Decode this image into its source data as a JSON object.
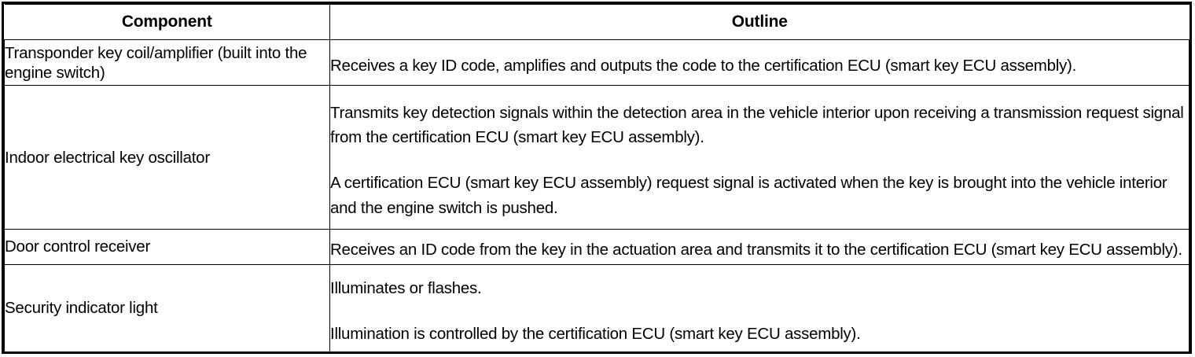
{
  "table": {
    "headers": {
      "component": "Component",
      "outline": "Outline"
    },
    "rows": [
      {
        "component": "Transponder key coil/amplifier (built into the engine switch)",
        "outline": [
          "Receives a key ID code, amplifies and outputs the code to the certification ECU (smart key ECU assembly)."
        ]
      },
      {
        "component": "Indoor electrical key oscillator",
        "outline": [
          "Transmits key detection signals within the detection area in the vehicle interior upon receiving a transmission request signal from the certification ECU (smart key ECU assembly).",
          "A certification ECU (smart key ECU assembly) request signal is activated when the key is brought into the vehicle interior and the engine switch is pushed."
        ]
      },
      {
        "component": "Door control receiver",
        "outline": [
          "Receives an ID code from the key in the actuation area and transmits it to the certification ECU (smart key ECU assembly)."
        ]
      },
      {
        "component": "Security indicator light",
        "outline": [
          "Illuminates or flashes.",
          "Illumination is controlled by the certification ECU (smart key ECU assembly)."
        ]
      }
    ]
  },
  "colors": {
    "border": "#000000",
    "text": "#000000",
    "background": "#ffffff"
  }
}
